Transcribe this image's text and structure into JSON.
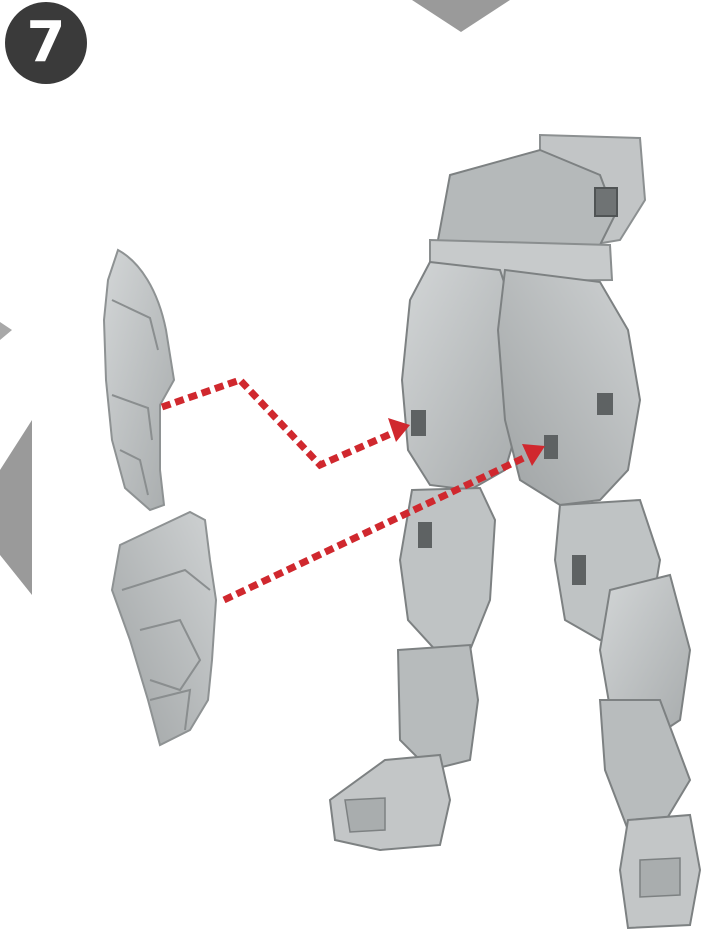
{
  "step": {
    "number": "7"
  },
  "colors": {
    "part_fill": "#bfc3c4",
    "part_shade": "#9ea2a3",
    "part_dark": "#6f7374",
    "arrow": "#d0282e",
    "badge": "#3a3a3a",
    "marker": "#9a9a9a"
  },
  "icons": {
    "step_badge": "circled-number",
    "top_marker": "down-triangle",
    "side_marker": "left-triangle"
  }
}
